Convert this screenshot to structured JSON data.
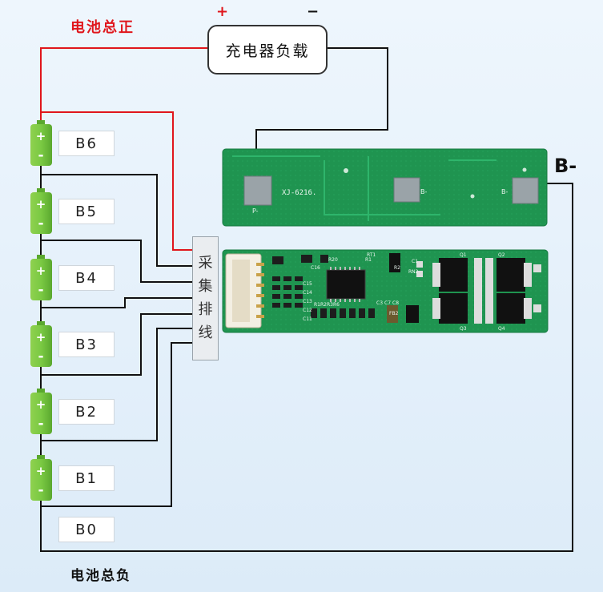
{
  "labels": {
    "pack_positive": "电池总正",
    "pack_negative": "电池总负",
    "load": "充电器负载",
    "plus": "+",
    "minus": "−",
    "b_minus": "B-",
    "sampler_chars": [
      "采",
      "集",
      "排",
      "线"
    ]
  },
  "cells": [
    "B6",
    "B5",
    "B4",
    "B3",
    "B2",
    "B1"
  ],
  "b0": "B0",
  "board_top": {
    "model": "XJ-6216.",
    "pad_left": "P-",
    "pad_mid": "B-",
    "pad_right": "B-"
  },
  "board_bottom": {
    "marks": [
      "R20",
      "C1",
      "RN2",
      "RT1",
      "R2",
      "R1",
      "C15",
      "C14",
      "C13",
      "C12",
      "C11",
      "C16",
      "C3",
      "C7",
      "C8",
      "R1R2R3R6",
      "Q1",
      "Q2",
      "Q3",
      "Q4",
      "FB2"
    ]
  },
  "colors": {
    "red_wire": "#e0161c",
    "black_wire": "#111111",
    "battery": "#7ac943",
    "pcb": "#1e8f4e"
  }
}
